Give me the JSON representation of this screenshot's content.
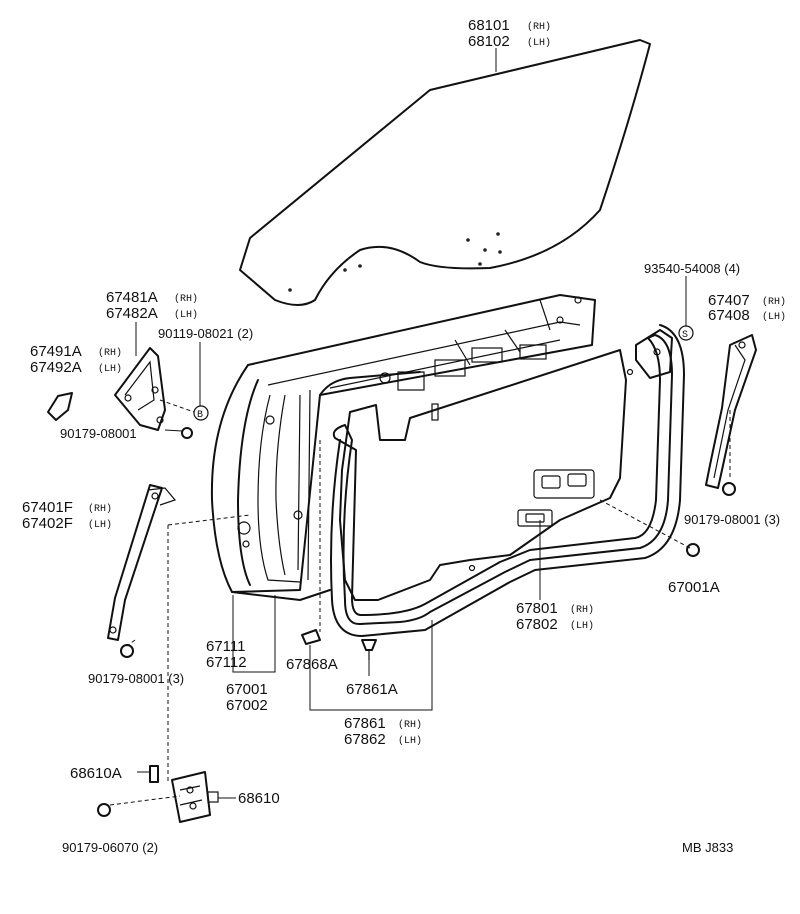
{
  "labels": {
    "glass": {
      "code1": "68101",
      "side1": "(RH)",
      "code2": "68102",
      "side2": "(LH)"
    },
    "bolt_93540": "93540-54008 (4)",
    "mark_s": "S",
    "mark_b": "B",
    "bracket_674": {
      "code1": "67481A",
      "side1": "(RH)",
      "code2": "67482A",
      "side2": "(LH)"
    },
    "screw_90119": "90119-08021 (2)",
    "cover_674": {
      "code1": "67491A",
      "side1": "(RH)",
      "code2": "67492A",
      "side2": "(LH)"
    },
    "nut_90179_a": "90179-08001",
    "rail_67407": {
      "code1": "67407",
      "side1": "(RH)",
      "code2": "67408",
      "side2": "(LH)"
    },
    "rail_67401": {
      "code1": "67401F",
      "side1": "(RH)",
      "code2": "67402F",
      "side2": "(LH)"
    },
    "nut_90179_right": "90179-08001 (3)",
    "nut_90179_left": "90179-08001 (3)",
    "clip_67001a": "67001A",
    "trim_67801": {
      "code1": "67801",
      "side1": "(RH)",
      "code2": "67802",
      "side2": "(LH)"
    },
    "panel_67111": "67111",
    "panel_67112": "67112",
    "clip_67868a": "67868A",
    "door_67001": "67001",
    "door_67002": "67002",
    "clip_67861a": "67861A",
    "weather_67861": {
      "code1": "67861",
      "side1": "(RH)",
      "code2": "67862",
      "side2": "(LH)"
    },
    "pin_68610a": "68610A",
    "hinge_68610": "68610",
    "nut_90179_06070": "90179-06070 (2)",
    "ref_code": "MB  J833"
  }
}
